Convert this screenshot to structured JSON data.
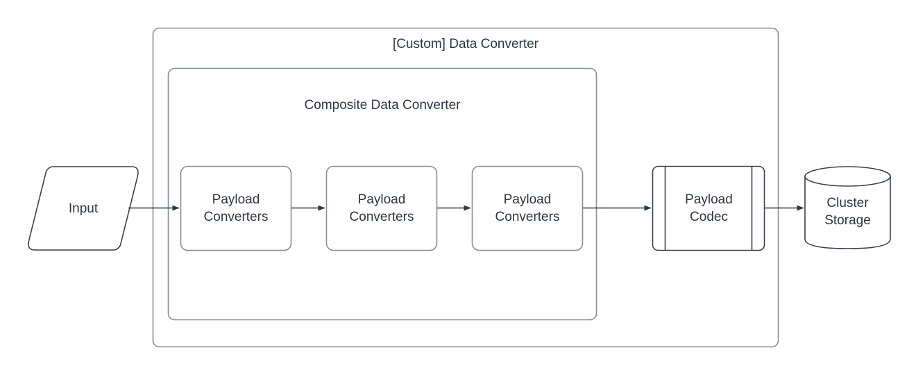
{
  "diagram": {
    "background_color": "#ffffff",
    "stroke_color": "#868e96",
    "text_color": "#2f3640",
    "arrow_color": "#2f3640",
    "containers": [
      {
        "name": "custom-data-converter",
        "title": "[Custom] Data Converter",
        "shape": "rounded-rectangle"
      },
      {
        "name": "composite-data-converter",
        "title": "Composite Data Converter",
        "shape": "rounded-rectangle"
      }
    ],
    "nodes": [
      {
        "name": "input",
        "label": "Input",
        "shape": "parallelogram"
      },
      {
        "name": "payload-converters-1",
        "label": "Payload\nConverters",
        "shape": "rounded-rectangle"
      },
      {
        "name": "payload-converters-2",
        "label": "Payload\nConverters",
        "shape": "rounded-rectangle"
      },
      {
        "name": "payload-converters-3",
        "label": "Payload\nConverters",
        "shape": "rounded-rectangle"
      },
      {
        "name": "payload-codec",
        "label": "Payload\nCodec",
        "shape": "process"
      },
      {
        "name": "cluster-storage",
        "label": "Cluster\nStorage",
        "shape": "cylinder"
      }
    ],
    "edges": [
      {
        "name": "input-to-converters-1",
        "from": "input",
        "to": "payload-converters-1",
        "label": ""
      },
      {
        "name": "converters-1-to-converters-2",
        "from": "payload-converters-1",
        "to": "payload-converters-2",
        "label": ""
      },
      {
        "name": "converters-2-to-converters-3",
        "from": "payload-converters-2",
        "to": "payload-converters-3",
        "label": ""
      },
      {
        "name": "converters-3-to-codec",
        "from": "payload-converters-3",
        "to": "payload-codec",
        "label": ""
      },
      {
        "name": "codec-to-cluster-storage",
        "from": "payload-codec",
        "to": "cluster-storage",
        "label": ""
      }
    ]
  }
}
